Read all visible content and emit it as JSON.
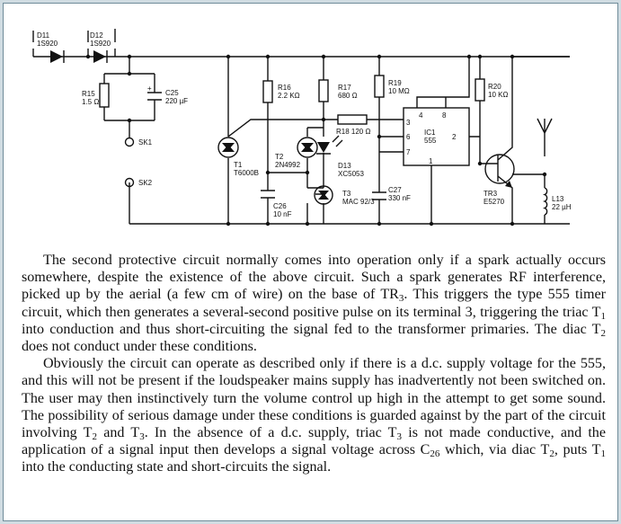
{
  "circuit": {
    "d11": {
      "ref": "D11",
      "part": "1S920"
    },
    "d12": {
      "ref": "D12",
      "part": "1S920"
    },
    "r15": {
      "ref": "R15",
      "value": "1.5 Ω"
    },
    "c25": {
      "ref": "C25",
      "value": "220 µF"
    },
    "sk1": "SK1",
    "sk2": "SK2",
    "t1": {
      "ref": "T1",
      "part": "T6000B"
    },
    "r16": {
      "ref": "R16",
      "value": "2.2 KΩ"
    },
    "t2": {
      "ref": "T2",
      "part": "2N4992"
    },
    "c26": {
      "ref": "C26",
      "value": "10 nF"
    },
    "r17": {
      "ref": "R17",
      "value": "680 Ω"
    },
    "d13": {
      "ref": "D13",
      "part": "XC5053"
    },
    "t3": {
      "ref": "T3",
      "part": "MAC 92/3"
    },
    "r18": "R18 120 Ω",
    "r19": {
      "ref": "R19",
      "value": "10 MΩ"
    },
    "c27": {
      "ref": "C27",
      "value": "330 nF"
    },
    "ic1": {
      "ref": "IC1",
      "part": "555",
      "pins": [
        "4",
        "8",
        "3",
        "6",
        "7",
        "2",
        "1"
      ]
    },
    "r20": {
      "ref": "R20",
      "value": "10 KΩ"
    },
    "tr3": {
      "ref": "TR3",
      "part": "E5270"
    },
    "l13": {
      "ref": "L13",
      "value": "22 µH"
    }
  },
  "text": {
    "p1": [
      "The second protective circuit normally comes into operation only if a spark actually occurs somewhere, despite the existence of the above circuit. Such a spark generates RF interference, picked up by the aerial (a few cm of wire) on the base of TR",
      {
        "sub": "3"
      },
      ". This triggers the type 555 timer circuit, which then generates a several-second positive pulse on its terminal 3, triggering the triac T",
      {
        "sub": "1"
      },
      " into conduction and thus short-circuiting the signal fed to the transformer primaries. The diac T",
      {
        "sub": "2"
      },
      " does not conduct under these conditions."
    ],
    "p2": [
      "Obviously the circuit can operate as described only if there is a d.c. supply voltage for the 555, and this will not be present if the loudspeaker mains supply has inadvertently not been switched on. The user may then instinctively turn the volume control up high in the attempt to get some sound. The possibility of serious damage under these conditions is guarded against by the part of the circuit involving T",
      {
        "sub": "2"
      },
      " and T",
      {
        "sub": "3"
      },
      ". In the absence of a d.c. supply, triac T",
      {
        "sub": "3"
      },
      " is not made conductive, and the application of a signal input then develops a signal voltage across C",
      {
        "sub": "26"
      },
      " which, via diac T",
      {
        "sub": "2"
      },
      ", puts T",
      {
        "sub": "1"
      },
      " into the conducting state and short-circuits the signal."
    ]
  }
}
